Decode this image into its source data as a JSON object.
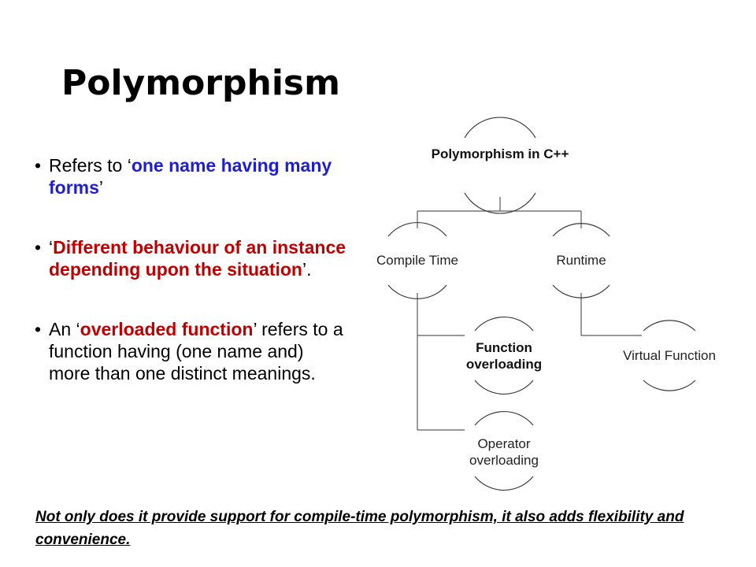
{
  "slide": {
    "title": "Polymorphism",
    "bullets": [
      {
        "parts": [
          {
            "text": "Refers to ‘",
            "style": "plain"
          },
          {
            "text": "one name having many forms",
            "style": "blue"
          },
          {
            "text": "’",
            "style": "plain"
          }
        ]
      },
      {
        "parts": [
          {
            "text": "‘",
            "style": "plain"
          },
          {
            "text": "Different behaviour of an instance depending upon the situation",
            "style": "red"
          },
          {
            "text": "’.",
            "style": "plain"
          }
        ]
      },
      {
        "parts": [
          {
            "text": "An ‘",
            "style": "plain"
          },
          {
            "text": "overloaded function",
            "style": "red"
          },
          {
            "text": "’ refers to  a function having (one name and) more than one distinct meanings.",
            "style": "plain"
          }
        ]
      }
    ],
    "footer": "Not only does it provide support for compile-time polymorphism, it also adds flexibility and convenience."
  },
  "diagram": {
    "root": "Polymorphism in C++",
    "compile_time": "Compile Time",
    "runtime": "Runtime",
    "function_overloading": "Function overloading",
    "operator_overloading": "Operator overloading",
    "virtual_function": "Virtual Function",
    "line_color": "#5a5a5a",
    "arc_color": "#3a3a3a"
  }
}
